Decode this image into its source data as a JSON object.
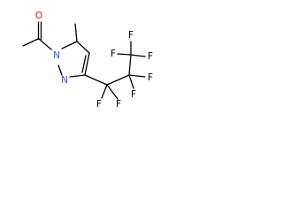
{
  "molecule": {
    "name": "",
    "colors": {
      "bond": "#000000",
      "oxygen": "#ff0d0d",
      "nitrogen": "#3050f8",
      "fluorine": "#000000",
      "background": "#ffffff"
    },
    "atoms": {
      "O": "O",
      "N1": "N",
      "N2": "N",
      "F1": "F",
      "F2": "F",
      "F3": "F",
      "F4": "F",
      "F5": "F",
      "F6": "F",
      "F7": "F"
    }
  }
}
